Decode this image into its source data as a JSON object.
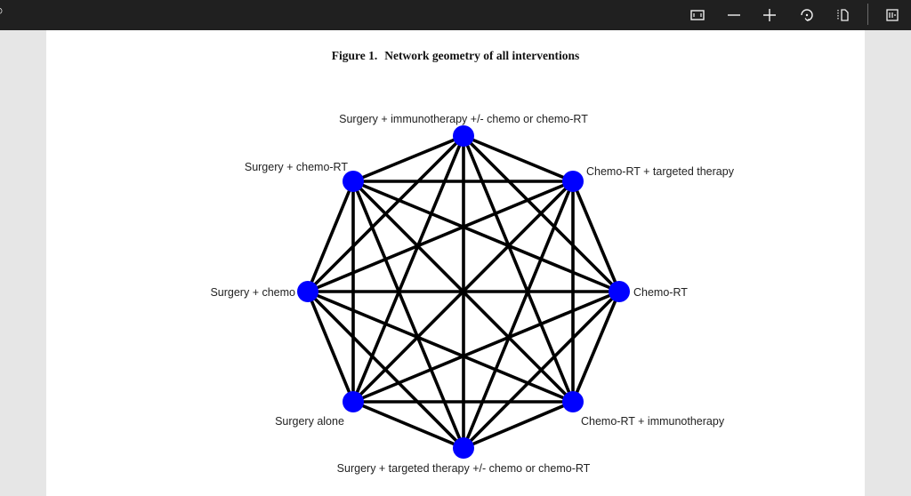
{
  "toolbar": {
    "items": [
      {
        "name": "fit-page-button",
        "icon": "fit-page-icon"
      },
      {
        "name": "zoom-out-button",
        "icon": "minus-icon"
      },
      {
        "name": "zoom-in-button",
        "icon": "plus-icon"
      },
      {
        "name": "rotate-button",
        "icon": "rotate-icon"
      },
      {
        "name": "page-view-button",
        "icon": "page-view-icon"
      },
      {
        "name": "read-aloud-button",
        "icon": "read-aloud-icon"
      }
    ]
  },
  "document": {
    "figure_label": "Figure 1.",
    "figure_title": "Network geometry of all interventions"
  },
  "network": {
    "node_color": "#0000ff",
    "edge_color": "#000000",
    "nodes": [
      {
        "id": "n1",
        "label": "Surgery + immunotherapy +/- chemo or chemo-RT"
      },
      {
        "id": "n2",
        "label": "Chemo-RT + targeted therapy"
      },
      {
        "id": "n3",
        "label": "Chemo-RT"
      },
      {
        "id": "n4",
        "label": "Chemo-RT + immunotherapy"
      },
      {
        "id": "n5",
        "label": "Surgery + targeted therapy +/- chemo or chemo-RT"
      },
      {
        "id": "n6",
        "label": "Surgery alone"
      },
      {
        "id": "n7",
        "label": "Surgery + chemo"
      },
      {
        "id": "n8",
        "label": "Surgery + chemo-RT"
      }
    ],
    "edges": "all-pairs"
  }
}
